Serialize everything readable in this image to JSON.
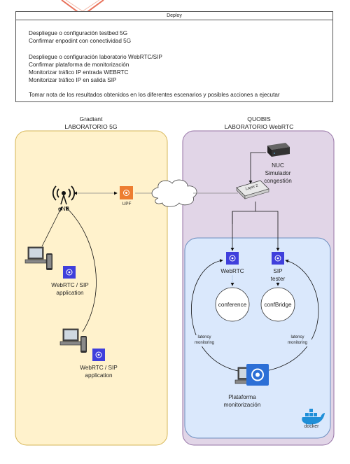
{
  "deploy": {
    "title": "Deploy",
    "lines": [
      "Despliegue o configuración testbed 5G",
      "Confirmar enpodint con conectividad 5G",
      "Despliegue o configuración laboratorio WebRTC/SIP",
      "Confirmar plataforma de monitorización",
      "Monitorizar tráfico IP entrada WEBRTC",
      "Monitorizar tráfico IP en salida SIP",
      "Tomar nota de los resultados obtenidos en los diferentes escenarios y posibles acciones a ejecutar"
    ]
  },
  "left_region": {
    "org": "Gradiant",
    "name": "LABORATORIO 5G"
  },
  "right_region": {
    "org": "QUOBIS",
    "name": "LABORATORIO WebRTC"
  },
  "nodes": {
    "gnb": "gNB",
    "upf": "UPF",
    "app1_line1": "WebRTC / SIP",
    "app1_line2": "application",
    "app2_line1": "WebRTC / SIP",
    "app2_line2": "application",
    "nuc_line1": "NUC",
    "nuc_line2": "Simulador",
    "nuc_line3": "congestión",
    "switch": "Layer 2",
    "webrtc": "WebRTC",
    "sip_line1": "SIP",
    "sip_line2": "tester",
    "conference": "conference",
    "confbridge": "confBridge",
    "latency_left_1": "latency",
    "latency_left_2": "monitoring",
    "latency_right_1": "latency",
    "latency_right_2": "monitoring",
    "platform_line1": "Plataforma",
    "platform_line2": "monitorización",
    "docker": "docker"
  },
  "colors": {
    "left_fill": "#fff2cc",
    "left_stroke": "#d6b656",
    "right_fill": "#e1d5e7",
    "right_stroke": "#9673a6",
    "docker_fill": "#dae8fc",
    "docker_stroke": "#6c8ebf",
    "blue_icon": "#3f3fdc",
    "orange_icon": "#ed7d31"
  }
}
